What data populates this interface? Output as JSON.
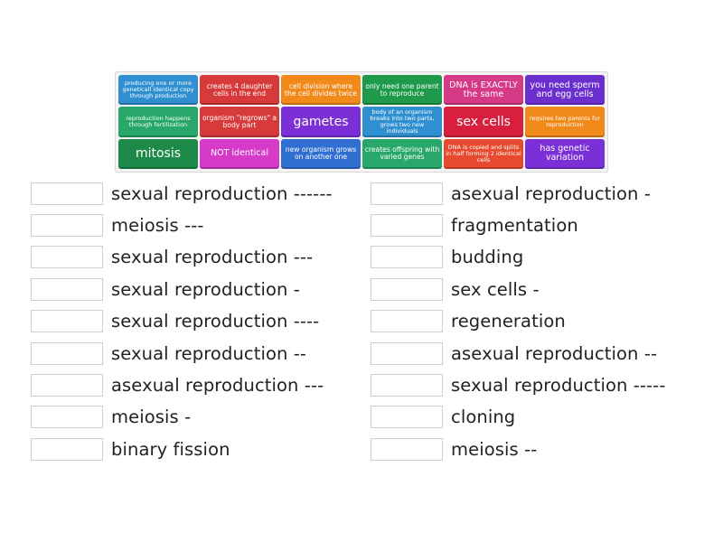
{
  "tiles": [
    {
      "text": "producing one or more geneticall identical copy through production",
      "color": "#2f8fd1",
      "size": "xs"
    },
    {
      "text": "creates 4 daughter cells in the end",
      "color": "#d63a3a",
      "size": "s"
    },
    {
      "text": "cell division where the cell divides twice",
      "color": "#f28a1b",
      "size": "s"
    },
    {
      "text": "only need one parent to reproduce",
      "color": "#1e9a4a",
      "size": "s"
    },
    {
      "text": "DNA is EXACTLY the same",
      "color": "#d63a87",
      "size": "m"
    },
    {
      "text": "you need sperm and egg cells",
      "color": "#6b2fcf",
      "size": "m"
    },
    {
      "text": "reproduction happens through fertilization",
      "color": "#27a86a",
      "size": "xs"
    },
    {
      "text": "organism \"regrows\" a body part",
      "color": "#d63a3a",
      "size": "s"
    },
    {
      "text": "gametes",
      "color": "#7b2fd6",
      "size": "l"
    },
    {
      "text": "body of an organism breaks into two parts, grows two new individuals",
      "color": "#2f8fd1",
      "size": "xs"
    },
    {
      "text": "sex cells",
      "color": "#d81f3d",
      "size": "l"
    },
    {
      "text": "requires two parents for reproduction",
      "color": "#f28a1b",
      "size": "xs"
    },
    {
      "text": "mitosis",
      "color": "#1e8a4a",
      "size": "l"
    },
    {
      "text": "NOT identical",
      "color": "#d63ac9",
      "size": "m"
    },
    {
      "text": "new organism grows on another one",
      "color": "#2f6fd1",
      "size": "s"
    },
    {
      "text": "creates offspring with varied genes",
      "color": "#27a86a",
      "size": "s"
    },
    {
      "text": "DNA is copied and splits in half forming 2 identical cells",
      "color": "#e84a2f",
      "size": "xs"
    },
    {
      "text": "has genetic variation",
      "color": "#7b2fd6",
      "size": "m"
    }
  ],
  "left_column": [
    "sexual reproduction ------",
    "meiosis ---",
    "sexual reproduction ---",
    "sexual reproduction -",
    "sexual reproduction ----",
    "sexual reproduction --",
    "asexual reproduction ---",
    "meiosis -",
    "binary fission"
  ],
  "right_column": [
    "asexual reproduction -",
    "fragmentation",
    "budding",
    "sex cells -",
    "regeneration",
    "asexual reproduction --",
    "sexual reproduction -----",
    "cloning",
    "meiosis --"
  ]
}
